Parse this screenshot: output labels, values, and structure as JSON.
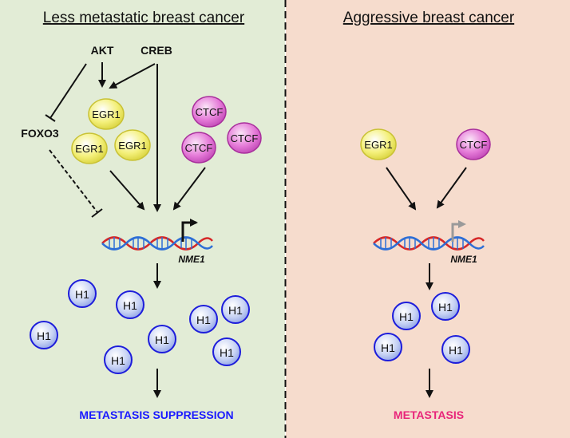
{
  "left_panel": {
    "title": "Less metastatic breast cancer",
    "akt": "AKT",
    "creb": "CREB",
    "foxo3": "FOXO3",
    "egr1": "EGR1",
    "ctcf": "CTCF",
    "gene": "NME1",
    "h1": "H1",
    "outcome": "METASTASIS SUPPRESSION",
    "outcome_color": "#1a1aff",
    "background": "#e2ecd6"
  },
  "right_panel": {
    "title": "Aggressive breast cancer",
    "egr1": "EGR1",
    "ctcf": "CTCF",
    "gene": "NME1",
    "h1": "H1",
    "outcome": "METASTASIS",
    "outcome_color": "#e8257a",
    "background": "#f6dccd"
  },
  "colors": {
    "egr1_fill": "#f4f07a",
    "ctcf_fill": "#e57bd8",
    "h1_fill": "#c9d4f4",
    "h1_stroke": "#1d1ddb",
    "dna_red": "#d62828",
    "dna_blue": "#2e6fd6"
  }
}
